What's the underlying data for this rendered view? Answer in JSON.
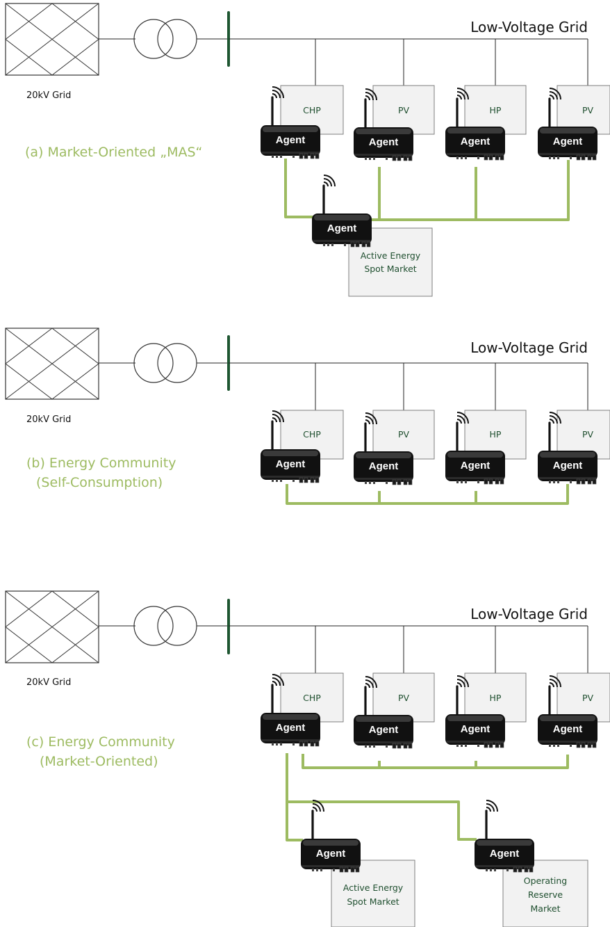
{
  "colors": {
    "accent_green": "#9dbb61",
    "bus_green": "#1e5631",
    "box_fill": "#f2f2f2",
    "agent_body": "#111111"
  },
  "icons": [
    "hv-grid-icon",
    "transformer-icon",
    "busbar-icon",
    "agent-device-icon",
    "antenna-icon"
  ],
  "agent_label": "Agent",
  "panels": [
    {
      "grid_label": "Low-Voltage Grid",
      "hv_label": "20kV Grid",
      "mode_lines": [
        "(a) Market-Oriented „MAS“"
      ],
      "devices": [
        "CHP",
        "PV",
        "HP",
        "PV"
      ],
      "markets": [
        {
          "lines": [
            "Active Energy",
            "Spot Market"
          ]
        }
      ]
    },
    {
      "grid_label": "Low-Voltage Grid",
      "hv_label": "20kV Grid",
      "mode_lines": [
        "(b) Energy Community",
        "(Self-Consumption)"
      ],
      "devices": [
        "CHP",
        "PV",
        "HP",
        "PV"
      ],
      "markets": []
    },
    {
      "grid_label": "Low-Voltage Grid",
      "hv_label": "20kV Grid",
      "mode_lines": [
        "(c) Energy Community",
        "(Market-Oriented)"
      ],
      "devices": [
        "CHP",
        "PV",
        "HP",
        "PV"
      ],
      "markets": [
        {
          "lines": [
            "Active Energy",
            "Spot Market"
          ]
        },
        {
          "lines": [
            "Operating",
            "Reserve",
            "Market"
          ]
        }
      ]
    }
  ]
}
